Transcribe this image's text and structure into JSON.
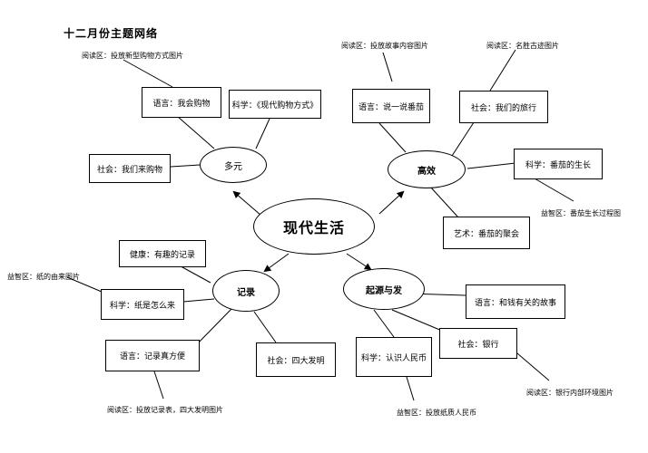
{
  "title": "十二月份主题网络",
  "center": "现代生活",
  "branches": {
    "duoyuan": "多元",
    "gaoxiao": "高效",
    "jilu": "记录",
    "qiyuan": "起源与发"
  },
  "boxes": {
    "yuyan_gouwu": "语言：我会购物",
    "kexue_gouwu": "科学：《现代购物方式》",
    "shehui_gouwu": "社会：我们来购物",
    "yuyan_fanqie": "语言：说一说番茄",
    "shehui_lvxing": "社会：我们的旅行",
    "kexue_shengzhang": "科学：番茄的生长",
    "yishu_juhui": "艺术：番茄的聚会",
    "jiankang_jilu": "健康：有趣的记录",
    "kexue_zhi": "科学：纸是怎么来",
    "yuyan_jilu": "语言：记录真方便",
    "shehui_faming": "社会：四大发明",
    "yuyan_qian": "语言：和钱有关的故事",
    "shehui_yinhang": "社会：银行",
    "kexue_renminbi": "科学：认识人民币"
  },
  "notes": {
    "n1": "阅读区：投放新型购物方式图片",
    "n2": "阅读区：投放故事内容图片",
    "n3": "阅读区：名胜古迹图片",
    "n4": "益智区：番茄生长过程图",
    "n5": "益智区：纸的由来图片",
    "n6": "阅读区：投放记录表，四大发明图片",
    "n7": "益智区：投放纸质人民币",
    "n8": "阅读区：银行内部环境图片"
  }
}
